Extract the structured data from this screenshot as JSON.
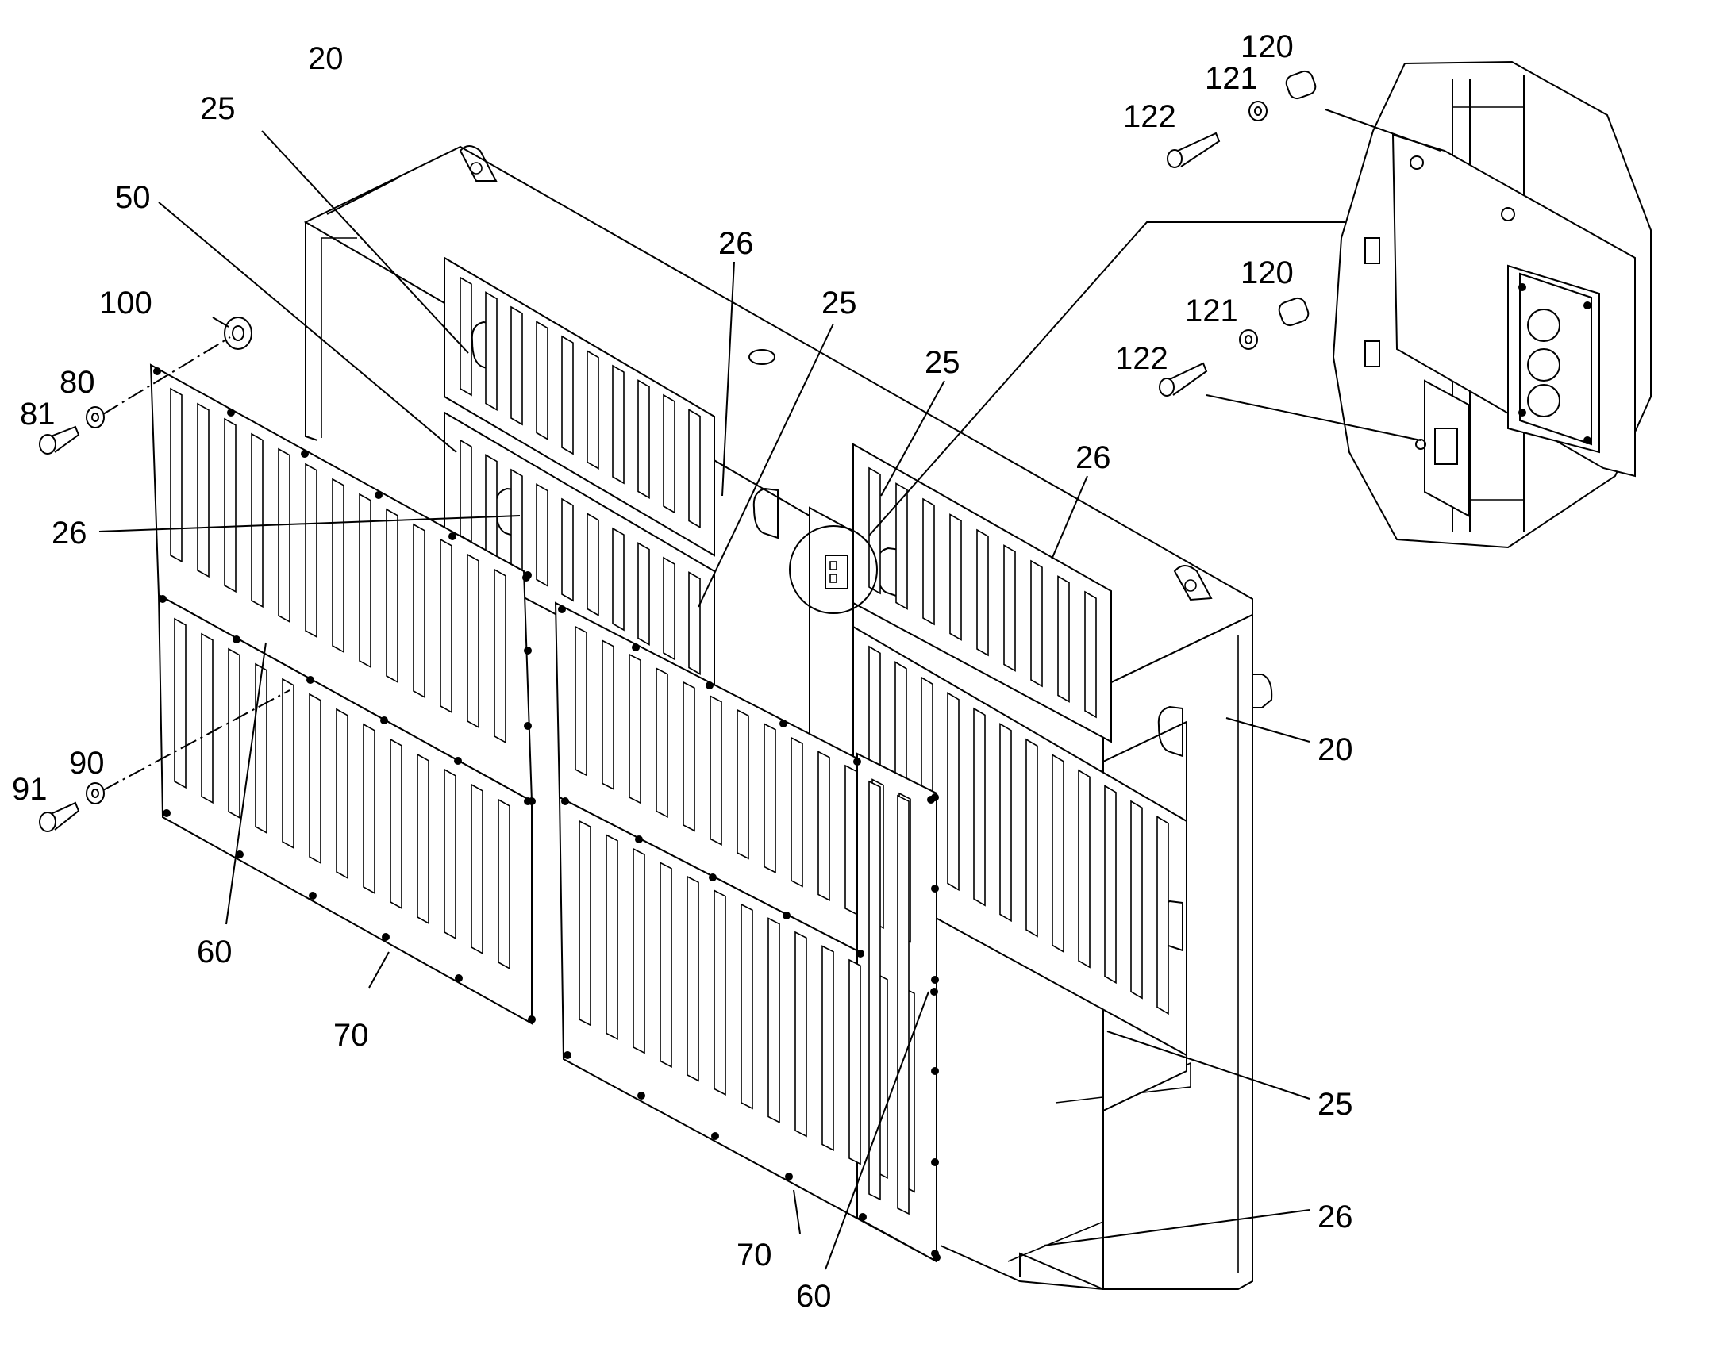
{
  "callouts": [
    {
      "id": "c20-top",
      "label": "20"
    },
    {
      "id": "c25-top",
      "label": "25"
    },
    {
      "id": "c50",
      "label": "50"
    },
    {
      "id": "c100",
      "label": "100"
    },
    {
      "id": "c80",
      "label": "80"
    },
    {
      "id": "c81",
      "label": "81"
    },
    {
      "id": "c26-left",
      "label": "26"
    },
    {
      "id": "c90",
      "label": "90"
    },
    {
      "id": "c91",
      "label": "91"
    },
    {
      "id": "c60-left",
      "label": "60"
    },
    {
      "id": "c70-left",
      "label": "70"
    },
    {
      "id": "c26-top",
      "label": "26"
    },
    {
      "id": "c25-mid",
      "label": "25"
    },
    {
      "id": "c25-mid2",
      "label": "25"
    },
    {
      "id": "c26-right",
      "label": "26"
    },
    {
      "id": "c20-right",
      "label": "20"
    },
    {
      "id": "c25-lowright",
      "label": "25"
    },
    {
      "id": "c26-lowright",
      "label": "26"
    },
    {
      "id": "c70-bottom",
      "label": "70"
    },
    {
      "id": "c60-bottom",
      "label": "60"
    },
    {
      "id": "c120-a",
      "label": "120"
    },
    {
      "id": "c121-a",
      "label": "121"
    },
    {
      "id": "c122-a",
      "label": "122"
    },
    {
      "id": "c120-b",
      "label": "120"
    },
    {
      "id": "c121-b",
      "label": "121"
    },
    {
      "id": "c122-b",
      "label": "122"
    }
  ]
}
